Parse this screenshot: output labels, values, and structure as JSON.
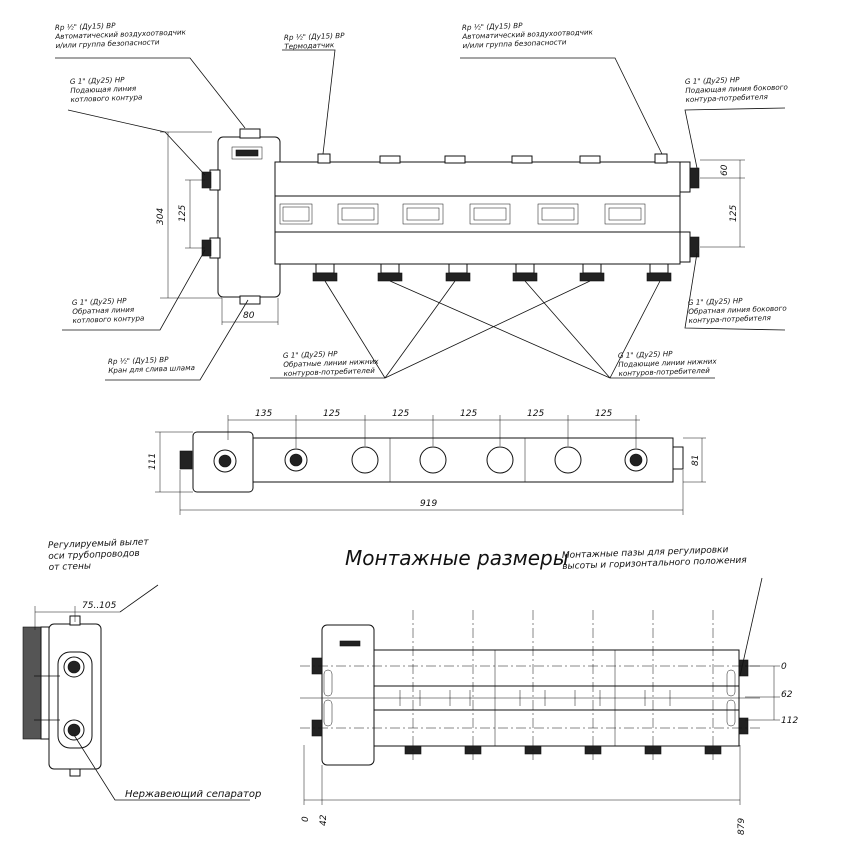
{
  "title": "Монтажные размеры",
  "callouts": {
    "air_vent_1": [
      "Rp ½\" (Ду15) ВР",
      "Автоматический воздухоотводчик",
      "и/или группа безопасности"
    ],
    "temp_sensor": [
      "Rp ½\" (Ду15) ВР",
      "Термодатчик"
    ],
    "air_vent_2": [
      "Rp ½\" (Ду15) ВР",
      "Автоматический воздухоотводчик",
      "и/или группа безопасности"
    ],
    "boiler_supply": [
      "G 1\" (Ду25) НР",
      "Подающая линия",
      "котлового контура"
    ],
    "side_supply": [
      "G 1\" (Ду25) НР",
      "Подающая линия бокового",
      "контура-потребителя"
    ],
    "boiler_return": [
      "G 1\" (Ду25) НР",
      "Обратная линия",
      "котлового контура"
    ],
    "side_return": [
      "G 1\" (Ду25) НР",
      "Обратная линия бокового",
      "контура-потребителя"
    ],
    "drain_valve": [
      "Rp ½\" (Ду15) ВР",
      "Кран для слива шлама"
    ],
    "bottom_return": [
      "G 1\" (Ду25) НР",
      "Обратные линии нижних",
      "контуров-потребителей"
    ],
    "bottom_supply": [
      "G 1\" (Ду25) НР",
      "Подающие линии нижних",
      "контуров-потребителей"
    ],
    "wall_offset": [
      "Регулируемый вылет",
      "оси трубопроводов",
      "от стены"
    ],
    "mount_slots": [
      "Монтажные пазы для регулировки",
      "высоты и горизонтального положения"
    ],
    "separator": [
      "Нержавеющий сепаратор"
    ]
  },
  "dims": {
    "height_304": "304",
    "spacing_125_left": "125",
    "width_80": "80",
    "height_60": "60",
    "spacing_125_right": "125",
    "pitch_135": "135",
    "pitch_125": [
      "125",
      "125",
      "125",
      "125",
      "125"
    ],
    "depth_111": "111",
    "depth_81": "81",
    "length_919": "919",
    "offset_75_105": "75..105",
    "mount_0": "0",
    "mount_62": "62",
    "mount_112": "112",
    "base_0": "0",
    "base_42": "42",
    "base_879": "879"
  }
}
